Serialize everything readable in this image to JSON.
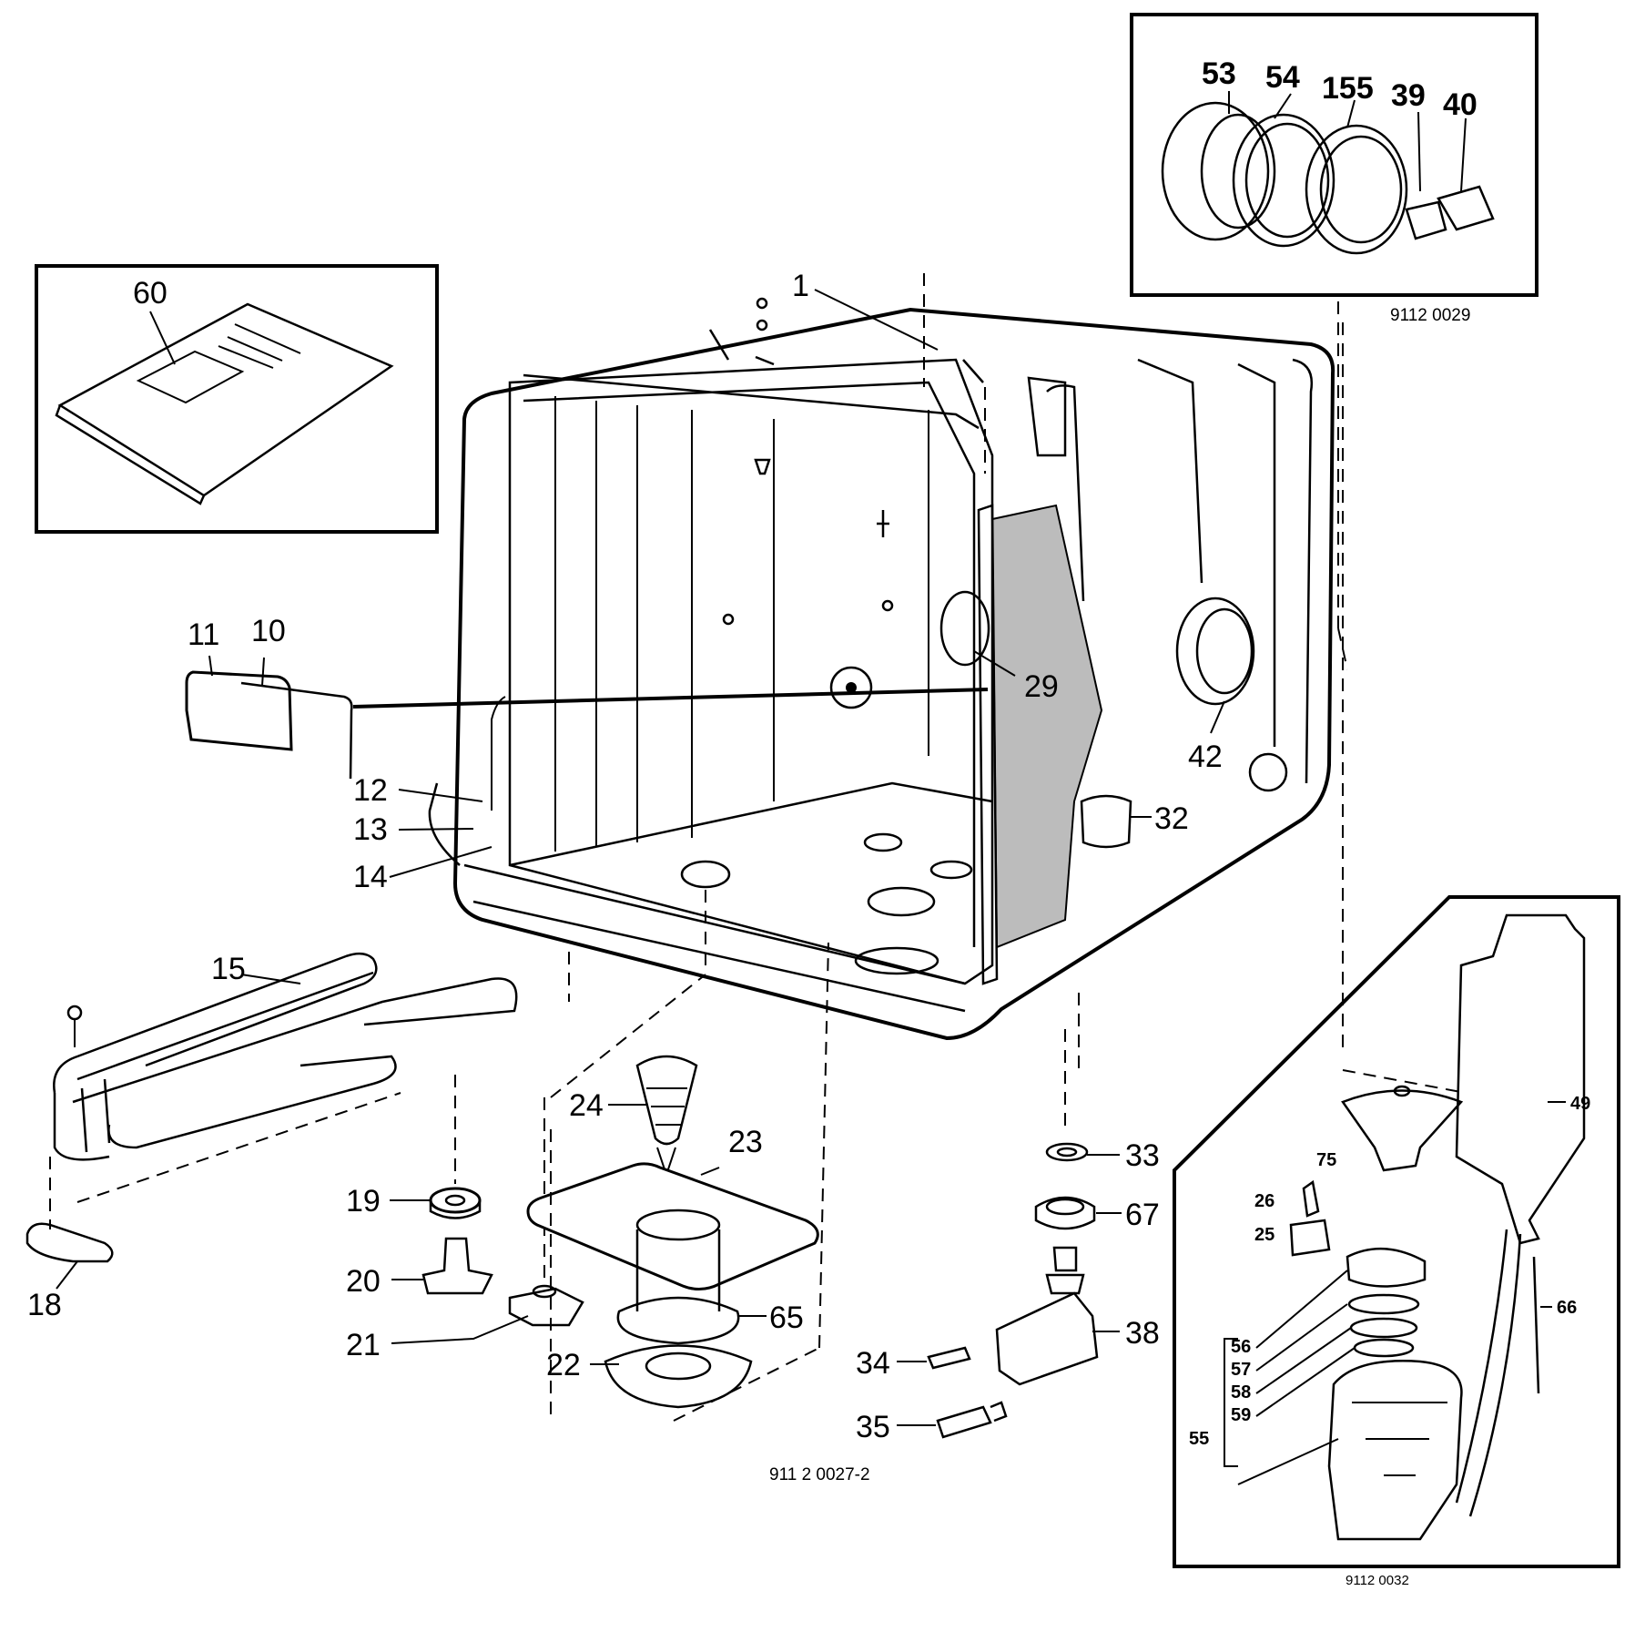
{
  "diagram_codes": {
    "main": "911 2 0027-2",
    "inset_top_right": "9112 0029",
    "inset_bottom_right": "9112 0032"
  },
  "callouts": {
    "c1": "1",
    "c10": "10",
    "c11": "11",
    "c12": "12",
    "c13": "13",
    "c14": "14",
    "c15": "15",
    "c18": "18",
    "c19": "19",
    "c20": "20",
    "c21": "21",
    "c22": "22",
    "c23": "23",
    "c24": "24",
    "c25": "25",
    "c26": "26",
    "c29": "29",
    "c32": "32",
    "c33": "33",
    "c34": "34",
    "c35": "35",
    "c38": "38",
    "c39": "39",
    "c40": "40",
    "c42": "42",
    "c49": "49",
    "c53": "53",
    "c54": "54",
    "c55": "55",
    "c56": "56",
    "c57": "57",
    "c58": "58",
    "c59": "59",
    "c60": "60",
    "c65": "65",
    "c66": "66",
    "c67": "67",
    "c75": "75",
    "c155": "155"
  }
}
